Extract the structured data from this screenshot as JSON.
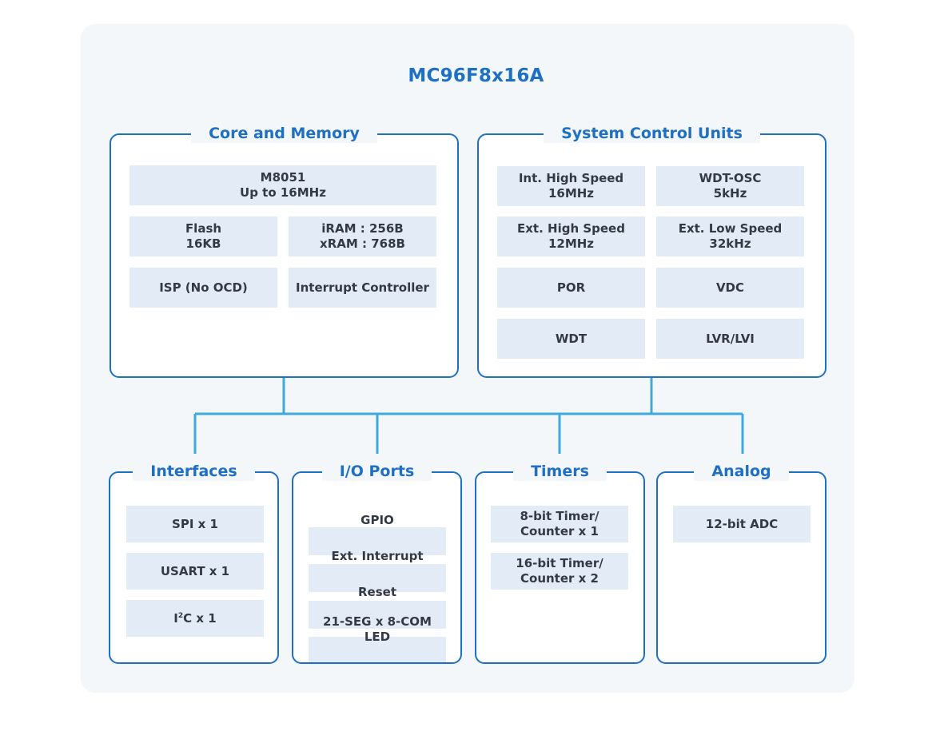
{
  "title": "MC96F8x16A",
  "core": {
    "title": "Core and Memory",
    "m8051": [
      "M8051",
      "Up to 16MHz"
    ],
    "flash": [
      "Flash",
      "16KB"
    ],
    "ram": [
      "iRAM : 256B",
      "xRAM : 768B"
    ],
    "isp": "ISP (No OCD)",
    "interrupt": "Interrupt Controller"
  },
  "system": {
    "title": "System Control Units",
    "int_hs": [
      "Int. High Speed",
      "16MHz"
    ],
    "wdt_osc": [
      "WDT-OSC",
      "5kHz"
    ],
    "ext_hs": [
      "Ext. High Speed",
      "12MHz"
    ],
    "ext_ls": [
      "Ext. Low Speed",
      "32kHz"
    ],
    "por": "POR",
    "vdc": "VDC",
    "wdt": "WDT",
    "lvr": "LVR/LVI"
  },
  "interfaces": {
    "title": "Interfaces",
    "spi": "SPI x 1",
    "usart": "USART x 1",
    "i2c_prefix": "I",
    "i2c_sup": "2",
    "i2c_suffix": "C x 1"
  },
  "io": {
    "title": "I/O Ports",
    "gpio": "GPIO",
    "ext_int": "Ext. Interrupt",
    "reset": "Reset",
    "seg": [
      "21-SEG x 8-COM",
      "LED"
    ]
  },
  "timers": {
    "title": "Timers",
    "t8": [
      "8-bit Timer/",
      "Counter x 1"
    ],
    "t16": [
      "16-bit Timer/",
      "Counter x 2"
    ]
  },
  "analog": {
    "title": "Analog",
    "adc": "12-bit ADC"
  },
  "colors": {
    "accent": "#1f6fc4",
    "connector": "#3fa9df",
    "cell": "#e3ecf6",
    "panel": "#f3f7fa"
  }
}
